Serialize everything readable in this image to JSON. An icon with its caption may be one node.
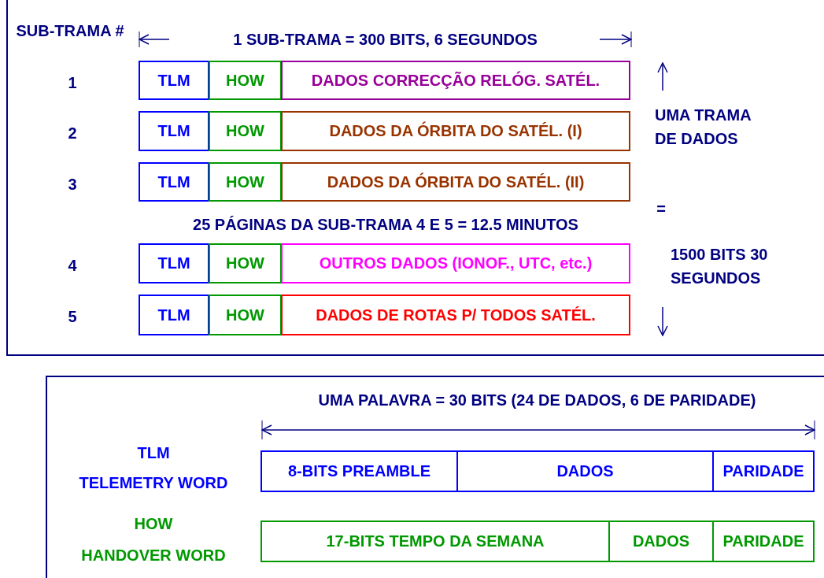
{
  "diagram": {
    "nodes": [
      {
        "text": [
          "TLM"
        ]
      },
      {
        "text": [
          "HOW"
        ]
      },
      {
        "text": [
          "DADOS CORRECÇÃO RELÓG. SATÉL."
        ]
      },
      {
        "text": [
          "TLM"
        ]
      },
      {
        "text": [
          "HOW"
        ]
      },
      {
        "text": [
          "DADOS DA ÓRBITA DO SATÉL. (I)"
        ]
      },
      {
        "text": [
          "TLM"
        ]
      },
      {
        "text": [
          "HOW"
        ]
      },
      {
        "text": [
          "DADOS DA ÓRBITA DO SATÉL. (II)"
        ]
      },
      {
        "text": [
          "TLM"
        ]
      },
      {
        "text": [
          "HOW"
        ]
      },
      {
        "text": [
          "OUTROS DADOS (IONOF., UTC, etc.)"
        ]
      },
      {
        "text": [
          "TLM"
        ]
      },
      {
        "text": [
          "HOW"
        ]
      },
      {
        "text": [
          "DADOS DE ROTAS P/ TODOS SATÉL."
        ]
      },
      {
        "text": [
          "8-BITS PREAMBLE"
        ]
      },
      {
        "text": [
          "DADOS"
        ]
      },
      {
        "text": [
          "PARIDADE"
        ]
      },
      {
        "text": [
          "17-BITS TEMPO DA SEMANA"
        ]
      },
      {
        "text": [
          "DADOS"
        ]
      },
      {
        "text": [
          "PARIDADE"
        ]
      }
    ],
    "edges": [],
    "labels": [
      "SUB-TRAMA #",
      "1 SUB-TRAMA = 300 BITS, 6 SEGUNDOS",
      "1",
      "UMA TRAMA DE DADOS",
      "2",
      "3",
      "=",
      "25 PÁGINAS DA SUB-TRAMA 4 E 5 = 12.5 MINUTOS",
      "4",
      "1500 BITS 30 SEGUNDOS",
      "5",
      "UMA PALAVRA = 30 BITS (24 DE DADOS, 6 DE PARIDADE)",
      "TLM",
      "TELEMETRY WORD",
      "HOW",
      "HANDOVER WORD"
    ]
  }
}
